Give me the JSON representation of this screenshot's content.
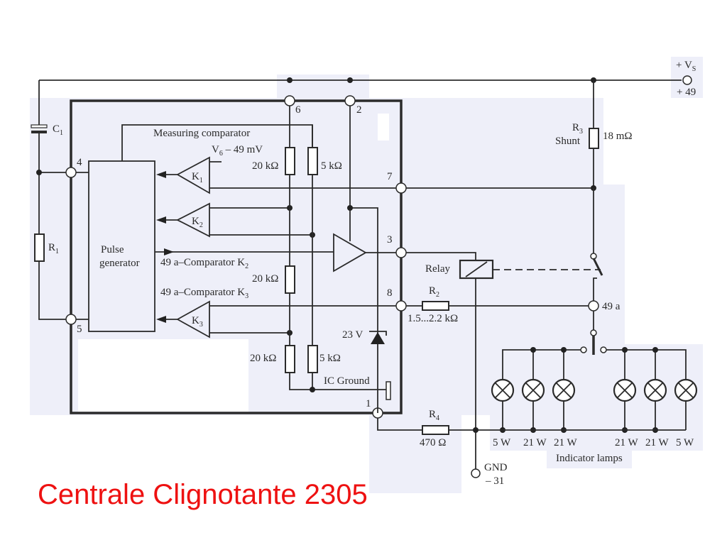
{
  "title": "Centrale Clignotante 2305",
  "colors": {
    "title": "#ee1111",
    "shading": "#eeeff9",
    "line": "#2b2b2b"
  },
  "terminals": {
    "vs_top": "+ V",
    "vs_sub": "S",
    "vs_num": "+ 49",
    "gnd": "GND",
    "gnd_num": "– 31",
    "t49a": "49 a"
  },
  "pins": {
    "p1": "1",
    "p2": "2",
    "p3": "3",
    "p4": "4",
    "p5": "5",
    "p6": "6",
    "p7": "7",
    "p8": "8"
  },
  "components": {
    "c1": "C",
    "c1_sub": "1",
    "r1": "R",
    "r1_sub": "1",
    "r2": "R",
    "r2_sub": "2",
    "r2_value": "1.5...2.2 kΩ",
    "r3": "R",
    "r3_sub": "3",
    "r3_role": "Shunt",
    "r3_value": "18 mΩ",
    "r4": "R",
    "r4_sub": "4",
    "r4_value": "470 Ω",
    "div_top_left": "20 kΩ",
    "div_top_right": "5 kΩ",
    "div_mid": "20 kΩ",
    "div_bot_left": "20 kΩ",
    "div_bot_right": "5 kΩ",
    "zener": "23 V",
    "relay": "Relay",
    "ic_ground": "IC Ground"
  },
  "ic": {
    "pulse_generator_line1": "Pulse",
    "pulse_generator_line2": "generator",
    "measuring_comparator": "Measuring comparator",
    "v6_label": "V",
    "v6_sub": "6",
    "v6_rest": " – 49 mV",
    "k1": "K",
    "k1_sub": "1",
    "k2": "K",
    "k2_sub": "2",
    "k3": "K",
    "k3_sub": "3",
    "cmp_k2": "49 a–Comparator K",
    "cmp_k2_sub": "2",
    "cmp_k3": "49 a–Comparator K",
    "cmp_k3_sub": "3"
  },
  "lamps": {
    "caption": "Indicator lamps",
    "items": [
      {
        "power": "5 W"
      },
      {
        "power": "21 W"
      },
      {
        "power": "21 W"
      },
      {
        "power": "21 W"
      },
      {
        "power": "21 W"
      },
      {
        "power": "5 W"
      }
    ]
  }
}
